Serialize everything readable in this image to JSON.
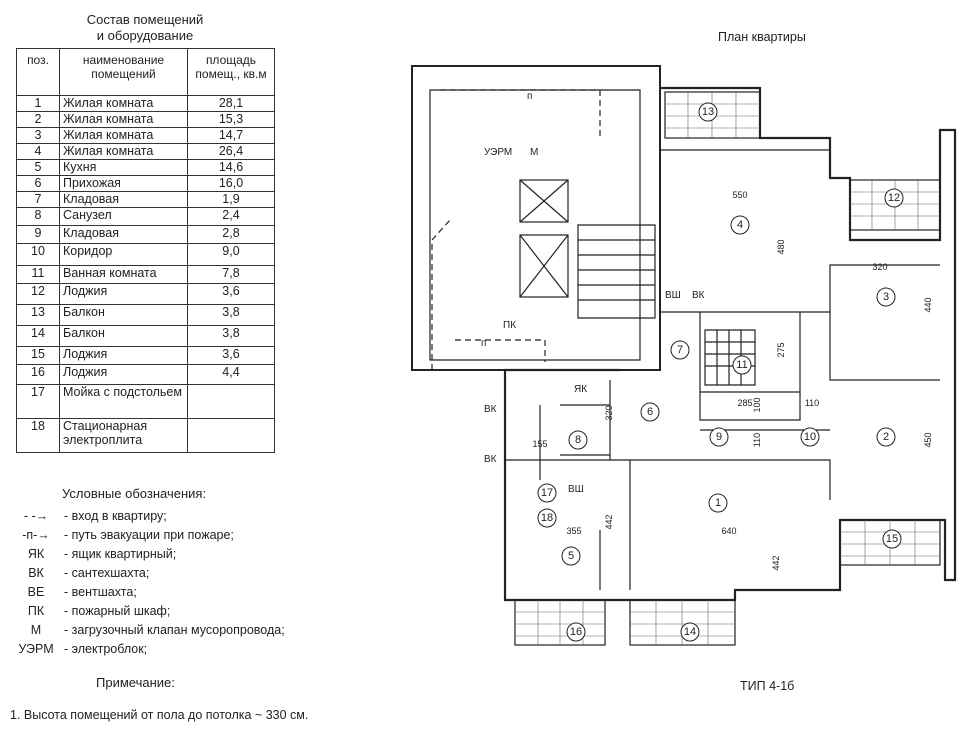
{
  "table_title_line1": "Состав помещений",
  "table_title_line2": "и оборудование",
  "plan_title": "План квартиры",
  "type_label": "ТИП 4-1б",
  "table": {
    "headers": [
      "поз.",
      "наименование помещений",
      "площадь помещ., кв.м"
    ],
    "rows": [
      {
        "n": "1",
        "name": "Жилая комната",
        "area": "28,1"
      },
      {
        "n": "2",
        "name": "Жилая комната",
        "area": "15,3"
      },
      {
        "n": "3",
        "name": "Жилая комната",
        "area": "14,7"
      },
      {
        "n": "4",
        "name": "Жилая комната",
        "area": "26,4"
      },
      {
        "n": "5",
        "name": "Кухня",
        "area": "14,6"
      },
      {
        "n": "6",
        "name": "Прихожая",
        "area": "16,0"
      },
      {
        "n": "7",
        "name": "Кладовая",
        "area": "1,9"
      },
      {
        "n": "8",
        "name": "Санузел",
        "area": "2,4"
      },
      {
        "n": "9",
        "name": "Кладовая",
        "area": "2,8"
      },
      {
        "n": "10",
        "name": "Коридор",
        "area": "9,0"
      },
      {
        "n": "11",
        "name": "Ванная комната",
        "area": "7,8"
      },
      {
        "n": "12",
        "name": "Лоджия",
        "area": "3,6"
      },
      {
        "n": "13",
        "name": "Балкон",
        "area": "3,8"
      },
      {
        "n": "14",
        "name": "Балкон",
        "area": "3,8"
      },
      {
        "n": "15",
        "name": "Лоджия",
        "area": "3,6"
      },
      {
        "n": "16",
        "name": "Лоджия",
        "area": "4,4"
      },
      {
        "n": "17",
        "name": "Мойка с подстольем",
        "area": ""
      },
      {
        "n": "18",
        "name": "Стационарная электроплита",
        "area": ""
      }
    ]
  },
  "legend": {
    "title": "Условные обозначения:",
    "items": [
      {
        "sym": "- -→",
        "text": "- вход в квартиру;"
      },
      {
        "sym": "-п-→",
        "text": "- путь эвакуации при пожаре;"
      },
      {
        "sym": "ЯК",
        "text": "- ящик квартирный;"
      },
      {
        "sym": "ВК",
        "text": "- сантехшахта;"
      },
      {
        "sym": "ВЕ",
        "text": "- вентшахта;"
      },
      {
        "sym": "ПК",
        "text": "- пожарный шкаф;"
      },
      {
        "sym": "М",
        "text": "- загрузочный клапан мусоропровода;"
      },
      {
        "sym": "УЭРМ",
        "text": "- электроблок;"
      }
    ]
  },
  "note_title": "Примечание:",
  "note_text": "1. Высота помещений от пола до потолка  ~ 330 см.",
  "plan": {
    "room_numbers": [
      "1",
      "2",
      "3",
      "4",
      "5",
      "6",
      "7",
      "8",
      "9",
      "10",
      "11",
      "12",
      "13",
      "14",
      "15",
      "16",
      "17",
      "18"
    ],
    "dims": [
      "550",
      "480",
      "320",
      "440",
      "285",
      "100",
      "110",
      "450",
      "110",
      "275",
      "320",
      "355",
      "442",
      "640",
      "442",
      "155"
    ],
    "labels": {
      "uerm": "УЭРМ",
      "m": "М",
      "vsh": "ВШ",
      "vk": "ВК",
      "pk": "ПК",
      "yak": "ЯК",
      "p": "п"
    }
  }
}
